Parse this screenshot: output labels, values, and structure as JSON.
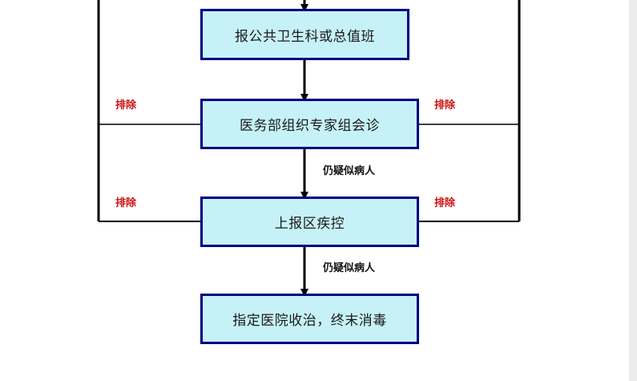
{
  "flowchart": {
    "steps": [
      "报公共卫生科或总值班",
      "医务部组织专家组会诊",
      "上报区疾控",
      "指定医院收治，终末消毒"
    ],
    "exclude_label": "排除",
    "suspect_label": "仍疑似病人"
  },
  "colors": {
    "box_fill": "#c6f2f7",
    "box_border": "#000080",
    "exclude_text": "#cc1111",
    "line": "#000000"
  }
}
